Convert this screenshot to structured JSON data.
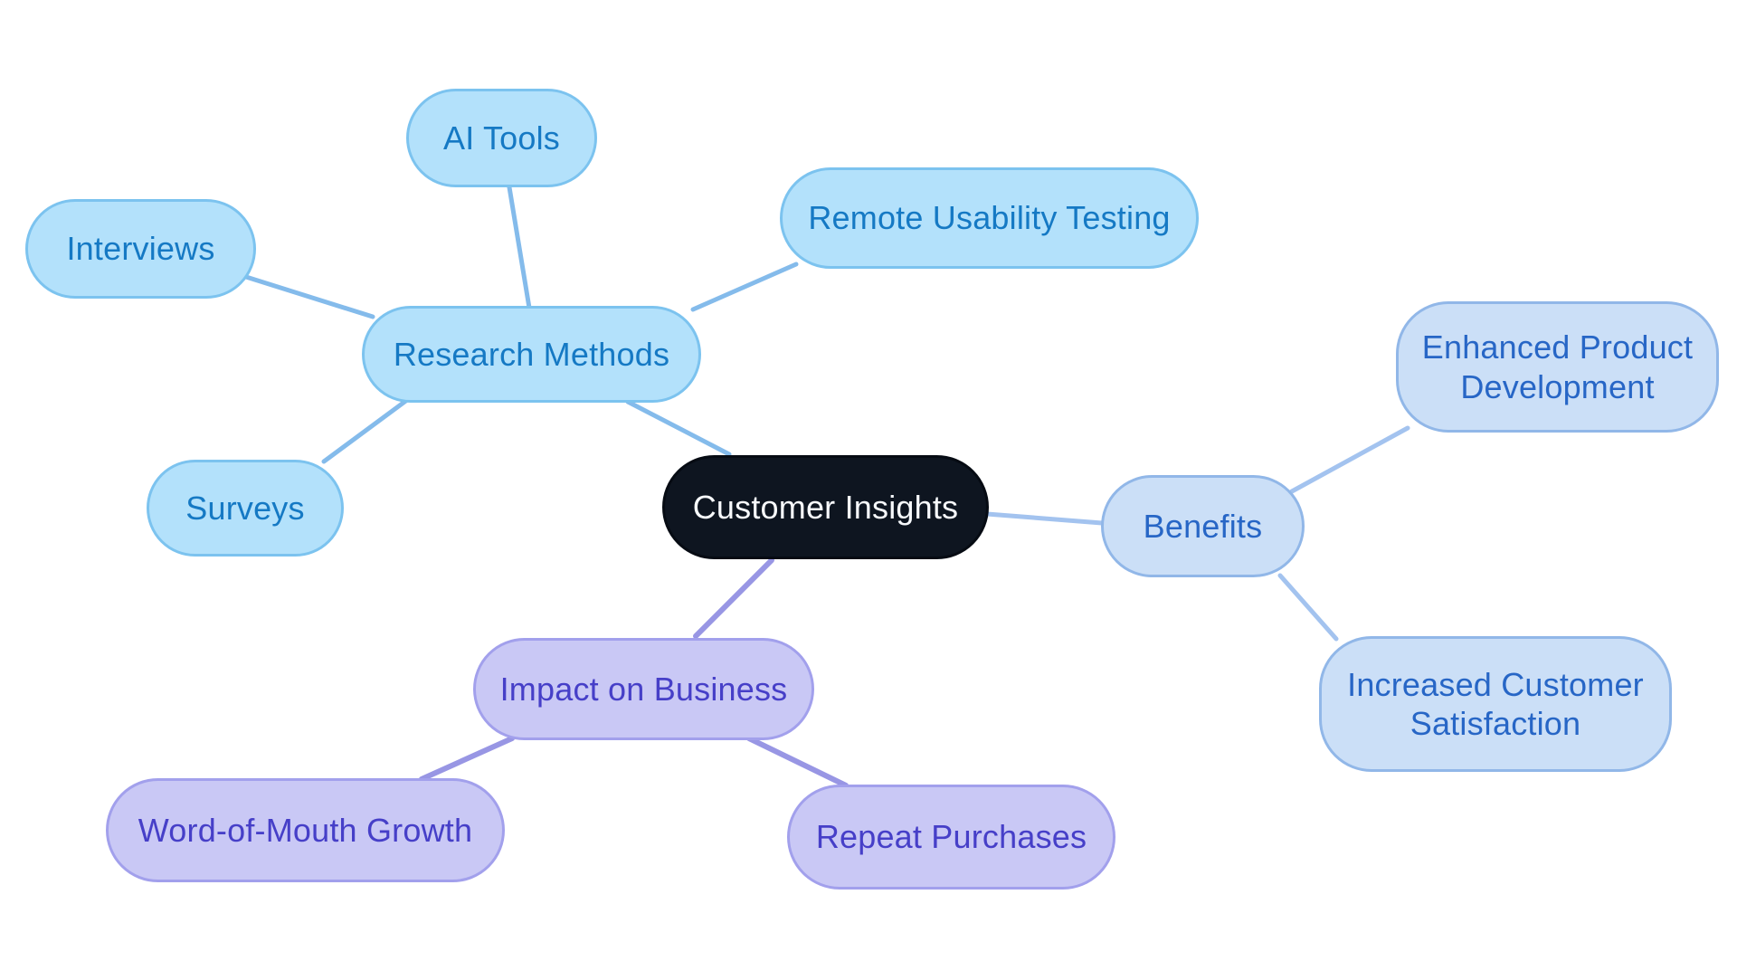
{
  "diagram": {
    "type": "mindmap",
    "background_color": "#ffffff",
    "center": {
      "id": "customer-insights",
      "label": "Customer Insights",
      "fill": "#0e1520",
      "text_color": "#f7f9fc"
    },
    "branches": [
      {
        "id": "research-methods",
        "label": "Research Methods",
        "fill": "#b3e1fb",
        "border": "#7cc3ef",
        "text_color": "#1579c4",
        "edge_color": "#84bbeb",
        "children": [
          {
            "id": "ai-tools",
            "label": "AI Tools"
          },
          {
            "id": "interviews",
            "label": "Interviews"
          },
          {
            "id": "remote-usability-testing",
            "label": "Remote Usability Testing"
          },
          {
            "id": "surveys",
            "label": "Surveys"
          }
        ]
      },
      {
        "id": "benefits",
        "label": "Benefits",
        "fill": "#cbdff7",
        "border": "#91b7e8",
        "text_color": "#2766c6",
        "edge_color": "#a3c3ef",
        "children": [
          {
            "id": "enhanced-product-development",
            "label": "Enhanced Product Development"
          },
          {
            "id": "increased-customer-satisfaction",
            "label": "Increased Customer Satisfaction"
          }
        ]
      },
      {
        "id": "impact-on-business",
        "label": "Impact on Business",
        "fill": "#c9c8f5",
        "border": "#a2a0ec",
        "text_color": "#463fc8",
        "edge_color": "#9896e4",
        "children": [
          {
            "id": "word-of-mouth-growth",
            "label": "Word-of-Mouth Growth"
          },
          {
            "id": "repeat-purchases",
            "label": "Repeat Purchases"
          }
        ]
      }
    ]
  }
}
